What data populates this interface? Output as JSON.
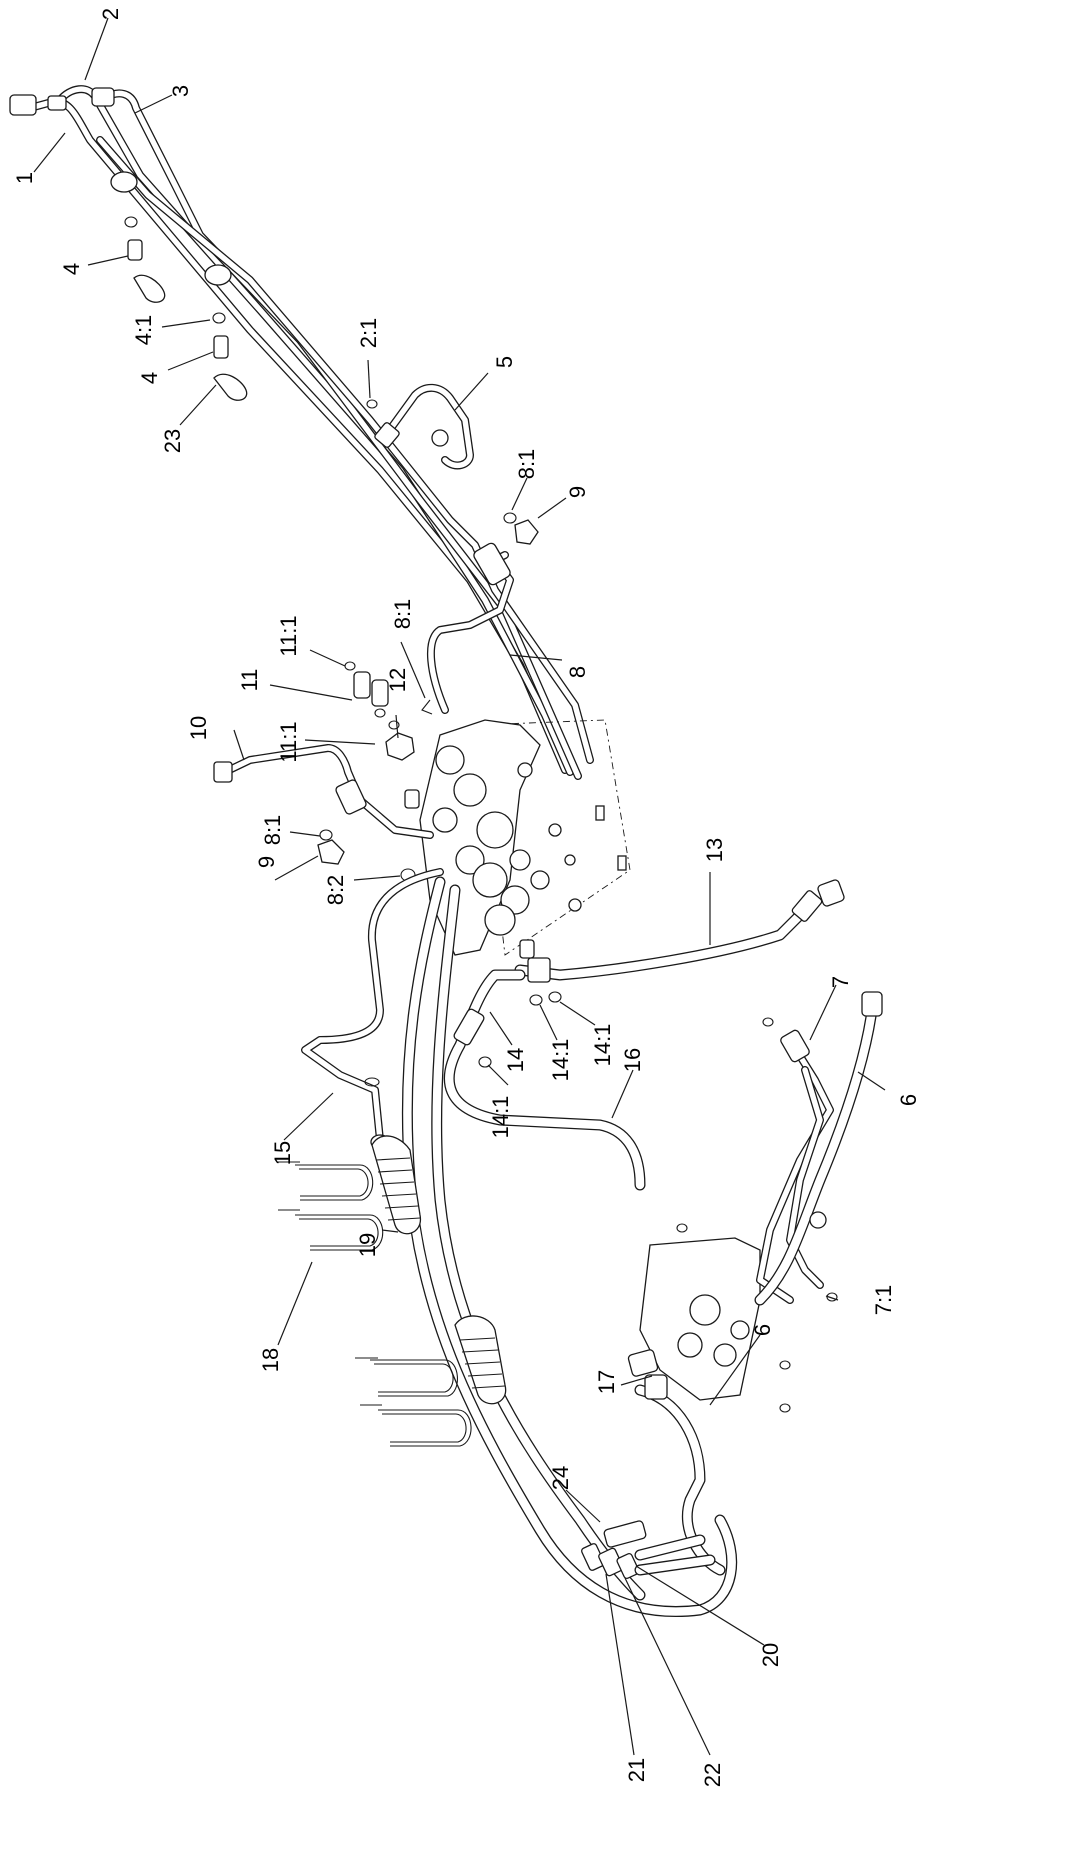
{
  "callouts": [
    {
      "id": "c1",
      "text": "1"
    },
    {
      "id": "c2",
      "text": "2"
    },
    {
      "id": "c3",
      "text": "3"
    },
    {
      "id": "c4a",
      "text": "4"
    },
    {
      "id": "c4-1",
      "text": "4:1"
    },
    {
      "id": "c4b",
      "text": "4"
    },
    {
      "id": "c23",
      "text": "23"
    },
    {
      "id": "c2-1",
      "text": "2:1"
    },
    {
      "id": "c5",
      "text": "5"
    },
    {
      "id": "c8-1a",
      "text": "8:1"
    },
    {
      "id": "c9a",
      "text": "9"
    },
    {
      "id": "c8-1b",
      "text": "8:1"
    },
    {
      "id": "c8",
      "text": "8"
    },
    {
      "id": "c11-1a",
      "text": "11:1"
    },
    {
      "id": "c11",
      "text": "11"
    },
    {
      "id": "c12",
      "text": "12"
    },
    {
      "id": "c11-1b",
      "text": "11:1"
    },
    {
      "id": "c10",
      "text": "10"
    },
    {
      "id": "c8-1c",
      "text": "8:1"
    },
    {
      "id": "c9b",
      "text": "9"
    },
    {
      "id": "c8-2",
      "text": "8:2"
    },
    {
      "id": "c13",
      "text": "13"
    },
    {
      "id": "c7",
      "text": "7"
    },
    {
      "id": "c6a",
      "text": "6"
    },
    {
      "id": "c14",
      "text": "14"
    },
    {
      "id": "c14-1a",
      "text": "14:1"
    },
    {
      "id": "c14-1b",
      "text": "14:1"
    },
    {
      "id": "c14-1c",
      "text": "14:1"
    },
    {
      "id": "c16",
      "text": "16"
    },
    {
      "id": "c15",
      "text": "15"
    },
    {
      "id": "c7-1",
      "text": "7:1"
    },
    {
      "id": "c17",
      "text": "17"
    },
    {
      "id": "c6b",
      "text": "6"
    },
    {
      "id": "c24",
      "text": "24"
    },
    {
      "id": "c18",
      "text": "18"
    },
    {
      "id": "c19",
      "text": "19"
    },
    {
      "id": "c20",
      "text": "20"
    },
    {
      "id": "c21",
      "text": "21"
    },
    {
      "id": "c22",
      "text": "22"
    }
  ]
}
